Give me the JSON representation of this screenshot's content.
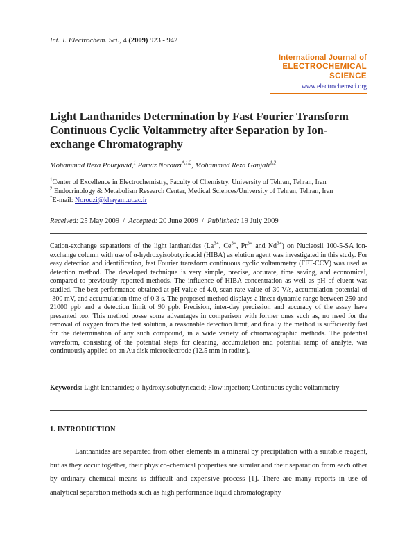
{
  "citation": {
    "journal": "Int. J. Electrochem. Sci.,",
    "volume": "4",
    "year": "(2009)",
    "pages": "923 - 942"
  },
  "logo": {
    "line1": "International Journal of",
    "line2": "ELECTROCHEMICAL",
    "line3": "SCIENCE",
    "url": "www.electrochemsci.org",
    "color": "#e3720a",
    "url_color": "#2a2aa8"
  },
  "title": "Light Lanthanides Determination by Fast Fourier Transform Continuous Cyclic Voltammetry after Separation by Ion-exchange Chromatography",
  "authors": [
    {
      "name": "Mohammad Reza Pourjavid,",
      "sup": "1"
    },
    {
      "name": "Parviz Norouzi",
      "sup": "*,1,2"
    },
    {
      "name": "Mohammad Reza Ganjali",
      "sup": "1,2"
    }
  ],
  "affiliations": [
    {
      "sup": "1",
      "text": "Center of Excellence in Electrochemistry, Faculty of Chemistry, University of Tehran, Tehran, Iran"
    },
    {
      "sup": "2",
      "text": "Endocrinology & Metabolism Research Center, Medical Sciences/University of Tehran, Tehran, Iran"
    }
  ],
  "email": {
    "sup": "*",
    "label": "E-mail:",
    "address": "Norouzi@khayam.ut.ac.ir"
  },
  "dates": {
    "received_label": "Received:",
    "received": "25 May 2009",
    "accepted_label": "Accepted:",
    "accepted": "20 June 2009",
    "published_label": "Published:",
    "published": "19 July 2009",
    "sep": "/"
  },
  "abstract": {
    "lead": "Cation-exchange separations of the light lanthanides (La",
    "la_sup": "3+",
    "ce": ", Ce",
    "ce_sup": "3+",
    "pr": ", Pr",
    "pr_sup": "3+",
    "nd": " and Nd",
    "nd_sup": "3+",
    "rest": ") on Nucleosil 100-5-SA ion-exchange column with use of α-hydroxyisobutyricacid (HIBA) as elution agent was investigated in this study. For easy detection and identification, fast Fourier transform continuous cyclic voltammetry (FFT-CCV) was used as detection method. The developed technique is very simple, precise, accurate, time saving, and economical, compared to previously reported methods. The influence of HIBA concentration as well as pH of eluent was studied. The best performance obtained at pH value of 4.0, scan rate value of 30 V/s, accumulation potential of -300 mV, and accumulation time of 0.3 s. The proposed method displays a linear dynamic range between 250 and 21000 ppb and a detection limit of 90 ppb. Precision, inter-day precission and accuracy of the assay have presented too. This method posse some advantages in comparison with former ones such as, no need for the removal of oxygen from the test solution, a reasonable detection limit, and finally the method is sufficiently fast for the determination of any such compound, in a wide variety of chromatographic methods. The potential waveform, consisting of the potential steps for cleaning, accumulation and potential ramp of analyte, was continuously applied on an Au disk microelectrode (12.5 mm in radius)."
  },
  "keywords": {
    "label": "Keywords:",
    "text": "Light lanthanides; α-hydroxyisobutyricacid; Flow injection; Continuous cyclic voltammetry"
  },
  "section": "1. INTRODUCTION",
  "intro": "Lanthanides are separated from other elements in a mineral by precipitation with a suitable reagent, but as they occur together, their physico-chemical properties are similar and their separation from each other by ordinary chemical means is difficult and expensive process [1]. There are many reports in use of analytical separation methods such as high performance liquid chromatography"
}
